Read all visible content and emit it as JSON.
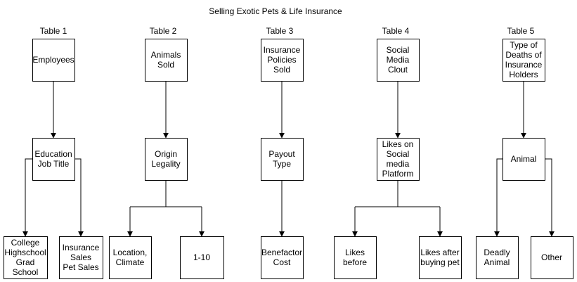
{
  "title": "Selling Exotic Pets & Life Insurance",
  "tables": [
    {
      "label": "Table 1",
      "root": [
        "Employees"
      ],
      "middle": [
        "Education",
        "Job Title"
      ],
      "leaves": [
        [
          "College",
          "Highschool",
          "Grad",
          "School"
        ],
        [
          "Insurance",
          "Sales",
          "Pet Sales"
        ]
      ]
    },
    {
      "label": "Table 2",
      "root": [
        "Animals",
        "Sold"
      ],
      "middle": [
        "Origin",
        "Legality"
      ],
      "leaves": [
        [
          "Location,",
          "Climate"
        ],
        [
          "1-10"
        ]
      ]
    },
    {
      "label": "Table 3",
      "root": [
        "Insurance",
        "Policies",
        "Sold"
      ],
      "middle": [
        "Payout",
        "Type"
      ],
      "leaves": [
        [
          "Benefactor",
          "Cost"
        ]
      ]
    },
    {
      "label": "Table 4",
      "root": [
        "Social",
        "Media",
        "Clout"
      ],
      "middle": [
        "Likes on",
        "Social",
        "media",
        "Platform"
      ],
      "leaves": [
        [
          "Likes",
          "before"
        ],
        [
          "Likes after",
          "buying pet"
        ]
      ]
    },
    {
      "label": "Table 5",
      "root": [
        "Type of",
        "Deaths of",
        "Insurance",
        "Holders"
      ],
      "middle": [
        "Animal"
      ],
      "leaves": [
        [
          "Deadly",
          "Animal"
        ],
        [
          "Other"
        ]
      ]
    }
  ]
}
